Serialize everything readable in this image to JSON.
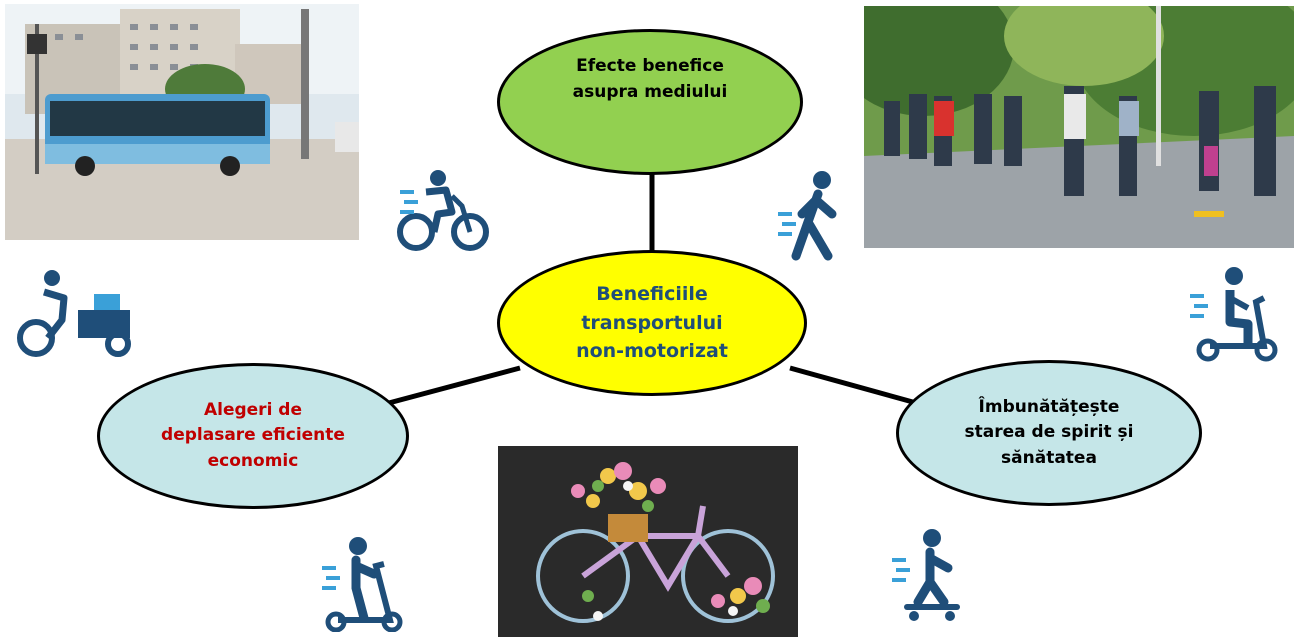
{
  "diagram": {
    "center": {
      "text": "Beneficiile\ntransportului\nnon-motorizat",
      "fill": "#ffff00",
      "text_color": "#1f4e79"
    },
    "top": {
      "text": "Efecte benefice\nasupra mediului",
      "fill": "#92d050",
      "text_color": "#000000"
    },
    "left": {
      "text": "Alegeri de\ndeplasare eficiente\neconomic",
      "fill": "#c5e6e8",
      "text_color": "#c00000"
    },
    "right": {
      "text": "Îmbunătățește\nstarea de spirit și\nsănătatea",
      "fill": "#c5e6e8",
      "text_color": "#000000"
    }
  },
  "icons": {
    "color": "#1f4e79",
    "accent": "#3aa0d8",
    "items": [
      "bicycle-icon",
      "walking-icon",
      "cargo-bike-icon",
      "kick-scooter-icon",
      "scooter-icon",
      "skateboard-icon"
    ]
  },
  "photos": [
    "bus-photo",
    "pedestrians-photo",
    "flower-bicycle-photo"
  ]
}
